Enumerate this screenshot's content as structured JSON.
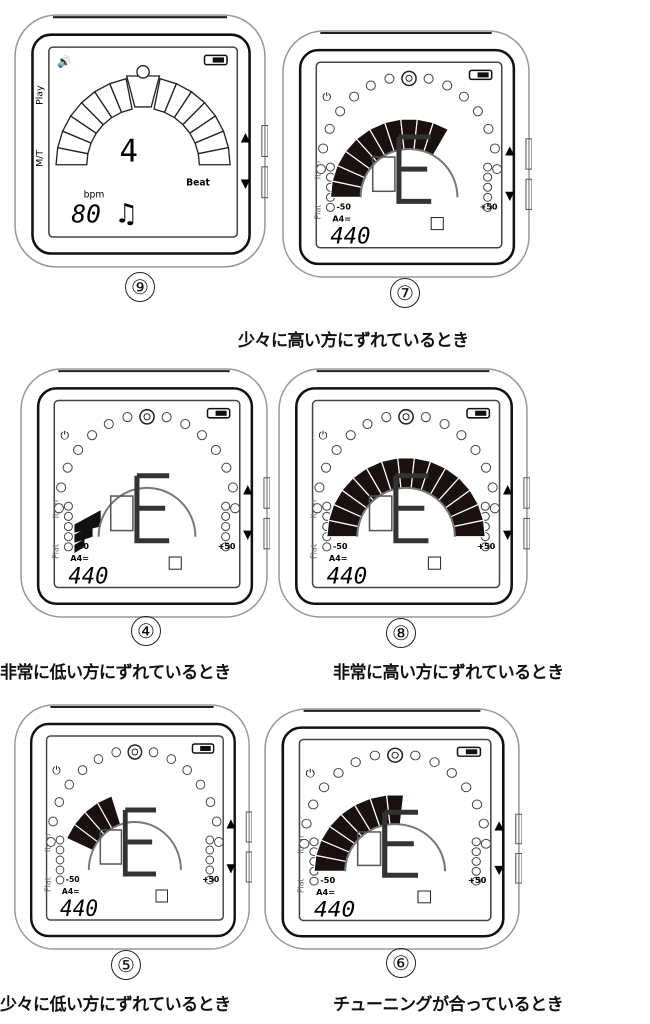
{
  "labels": {
    "bpm": "bpm",
    "beat": "Beat",
    "beat_value": "4",
    "tempo": "80",
    "minus": "-50",
    "plus": "+50",
    "a4": "A4=",
    "pitch": "440",
    "item": "Item",
    "flat": "Flat",
    "play": "Play",
    "mt": "M/T"
  },
  "panels": [
    {
      "id": "9",
      "number": "⑨",
      "mode": "metronome",
      "lit": [],
      "caption": ""
    },
    {
      "id": "7",
      "number": "⑦",
      "mode": "tuner",
      "lit": [
        0,
        1,
        2,
        3,
        4,
        5,
        6,
        7,
        8,
        9
      ],
      "caption": "少々に高い方にずれているとき"
    },
    {
      "id": "4",
      "number": "④",
      "mode": "tuner-low",
      "lit": [
        0,
        1,
        2
      ],
      "caption": "非常に低い方にずれているとき"
    },
    {
      "id": "8",
      "number": "⑧",
      "mode": "tuner",
      "lit": [
        0,
        1,
        2,
        3,
        4,
        5,
        6,
        7,
        8,
        9,
        10,
        11,
        12,
        13,
        14
      ],
      "caption": "非常に高い方にずれているとき"
    },
    {
      "id": "5",
      "number": "⑤",
      "mode": "tuner",
      "lit": [
        2,
        3,
        4,
        5
      ],
      "caption": "少々に低い方にずれているとき"
    },
    {
      "id": "6",
      "number": "⑥",
      "mode": "tuner",
      "lit": [
        0,
        1,
        2,
        3,
        4,
        5,
        6,
        7
      ],
      "caption": "チューニングが合っているとき"
    }
  ]
}
